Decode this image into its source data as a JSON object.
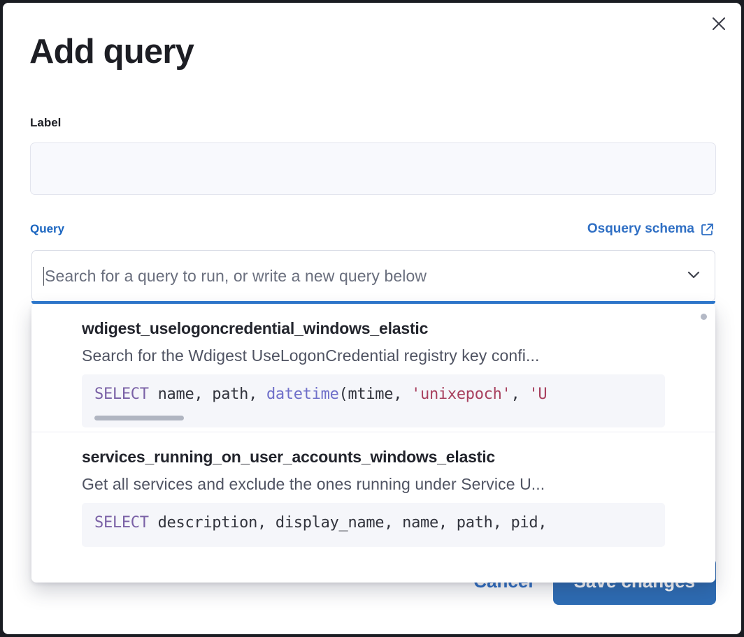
{
  "window": {
    "close_icon": "close-icon"
  },
  "modal": {
    "title": "Add query"
  },
  "label_field": {
    "label": "Label",
    "value": "",
    "placeholder": ""
  },
  "query_field": {
    "label": "Query",
    "schema_link": "Osquery schema",
    "schema_link_icon": "external-link-icon",
    "placeholder": "Search for a query to run, or write a new query below",
    "value": "",
    "chevron_icon": "chevron-down-icon"
  },
  "dropdown": {
    "options": [
      {
        "title": "wdigest_uselogoncredential_windows_elastic",
        "description": "Search for the Wdigest UseLogonCredential registry key confi...",
        "code_tokens": [
          {
            "t": "SELECT",
            "c": "kw"
          },
          {
            "t": " name, path, ",
            "c": ""
          },
          {
            "t": "datetime",
            "c": "fn"
          },
          {
            "t": "(mtime, ",
            "c": ""
          },
          {
            "t": "'unixepoch'",
            "c": "str"
          },
          {
            "t": ", ",
            "c": ""
          },
          {
            "t": "'U",
            "c": "str"
          }
        ],
        "has_code_scrollbar": true
      },
      {
        "title": "services_running_on_user_accounts_windows_elastic",
        "description": "Get all services and exclude the ones running under Service U...",
        "code_tokens": [
          {
            "t": "SELECT",
            "c": "kw"
          },
          {
            "t": " description, display_name, name, path, pid,",
            "c": ""
          }
        ],
        "has_code_scrollbar": false
      }
    ]
  },
  "footer": {
    "cancel_label": "Cancel",
    "save_label": "Save changes"
  },
  "colors": {
    "accent": "#2d6cb4",
    "link": "#2f6fc4",
    "focus_underline": "#2f7ad0",
    "text": "#1d1e24",
    "code_keyword": "#7a61a6",
    "code_string": "#a8405e"
  }
}
